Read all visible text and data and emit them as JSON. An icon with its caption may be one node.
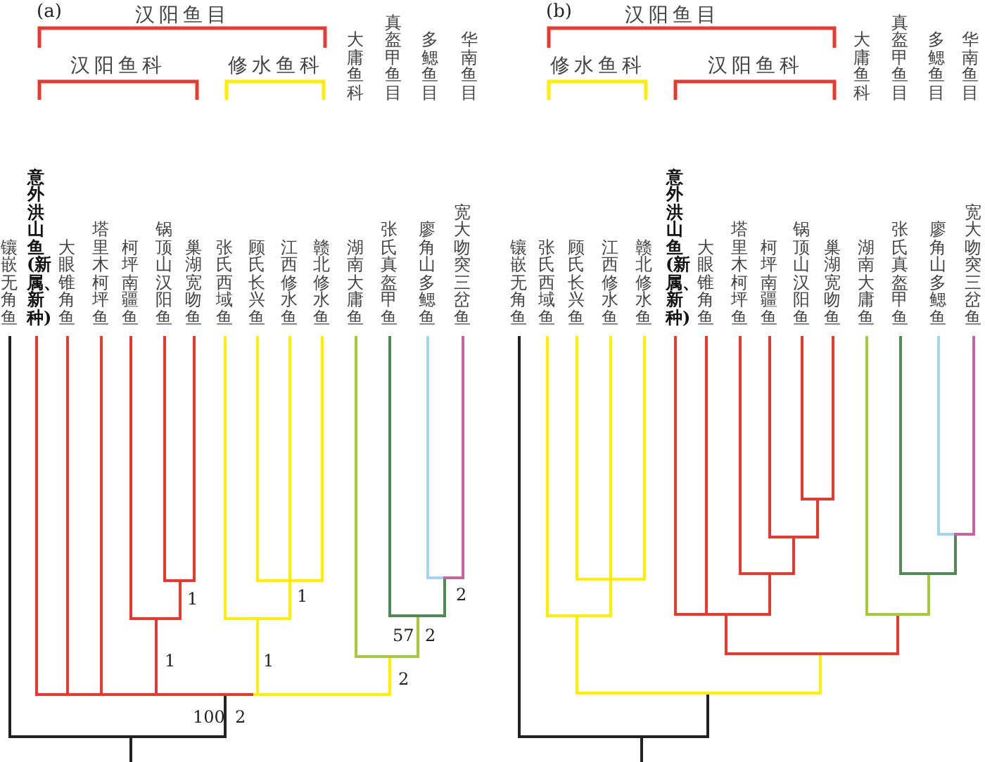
{
  "diagram": {
    "labels": [
      "(a)",
      "汉阳鱼目",
      "汉阳鱼科",
      "修水鱼科",
      "大庸鱼科",
      "真盔甲鱼目",
      "多鳃鱼目",
      "华南鱼目",
      "镶嵌无角鱼",
      "意外洪山鱼(新属、新种)",
      "大眼锥角鱼",
      "塔里木柯坪鱼",
      "柯坪南疆鱼",
      "锅顶山汉阳鱼",
      "巢湖宽吻鱼",
      "张氏西域鱼",
      "顾氏长兴鱼",
      "江西修水鱼",
      "赣北修水鱼",
      "湖南大庸鱼",
      "张氏真盔甲鱼",
      "廖角山多鳃鱼",
      "宽大吻突三岔鱼",
      "1",
      "1",
      "2",
      "57",
      "2",
      "1",
      "1",
      "2",
      "100",
      "2",
      "(b)",
      "汉阳鱼目",
      "修水鱼科",
      "汉阳鱼科",
      "大庸鱼科",
      "真盔甲鱼目",
      "多鳃鱼目",
      "华南鱼目",
      "镶嵌无角鱼",
      "张氏西域鱼",
      "顾氏长兴鱼",
      "江西修水鱼",
      "赣北修水鱼",
      "意外洪山鱼(新属、新种)",
      "大眼锥角鱼",
      "塔里木柯坪鱼",
      "柯坪南疆鱼",
      "锅顶山汉阳鱼",
      "巢湖宽吻鱼",
      "湖南大庸鱼",
      "张氏真盔甲鱼",
      "廖角山多鳃鱼",
      "宽大吻突三岔鱼"
    ]
  }
}
